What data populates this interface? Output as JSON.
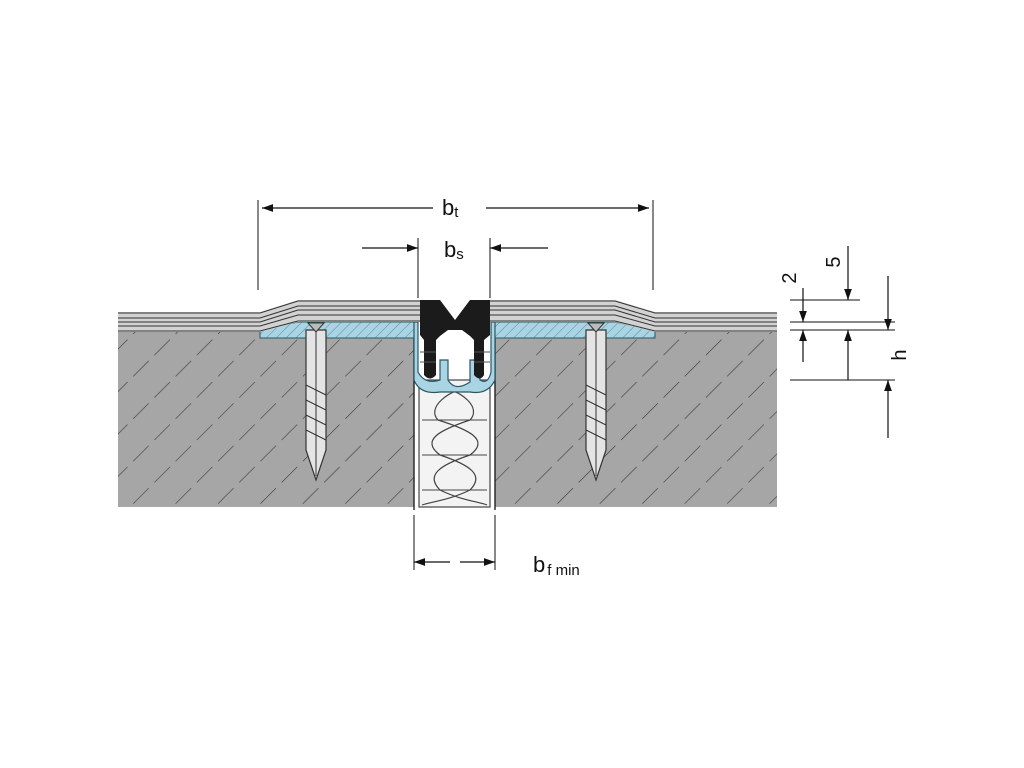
{
  "labels": {
    "bt": {
      "main": "b",
      "sub": "t"
    },
    "bs": {
      "main": "b",
      "sub": "s"
    },
    "bf": {
      "main": "b",
      "sub": "f min"
    },
    "dim_2": "2",
    "dim_5": "5",
    "dim_h": "h"
  },
  "colors": {
    "substrate": "#a6a6a6",
    "hatch": "#3a3a3a",
    "covering": "#d2d2d2",
    "adhesive": "#a9d4e3",
    "insert": "#1b1b1b",
    "anchor": "#e4e4e4",
    "foam": "#f3f3f3",
    "line": "#1a1a1a"
  }
}
